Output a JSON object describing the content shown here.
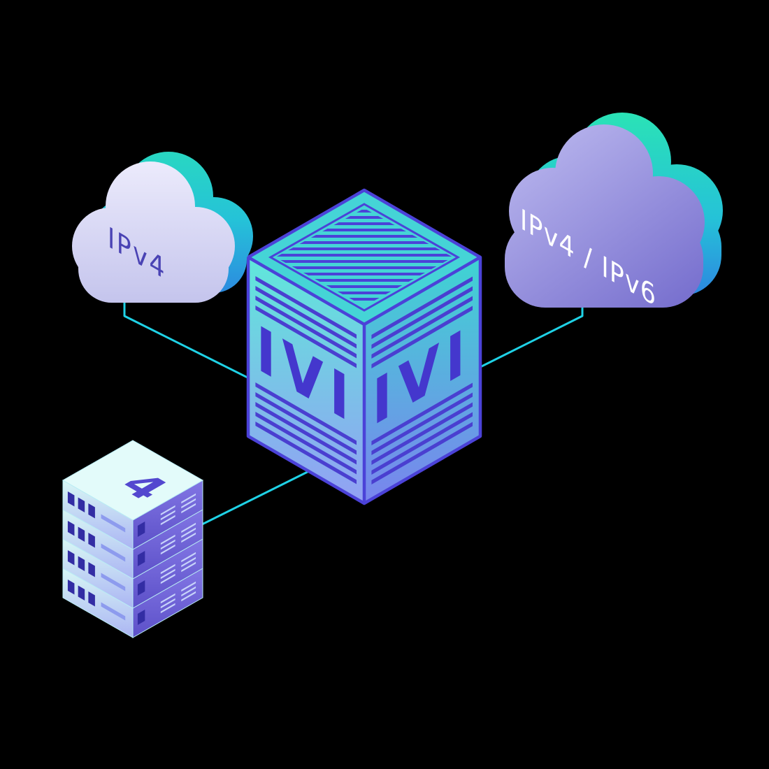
{
  "illustration": {
    "background_color": "#000000",
    "connector_color": "#1fd2e6",
    "ipv4_cloud": {
      "label": "IPv4",
      "label_color": "#4a43b4",
      "body_color_top": "#ecebfc",
      "body_color_bottom": "#c3c3ec",
      "accent_color_top": "#2be4b4",
      "accent_color_bottom": "#2e7ce2"
    },
    "dual_stack_cloud": {
      "label": "IPv4 / IPv6",
      "label_color": "#ffffff",
      "body_color_top": "#bab7ee",
      "body_color_bottom": "#776fce",
      "accent_color_top": "#2be4b4",
      "accent_color_bottom": "#2e7ce2"
    },
    "gateway_box": {
      "left_face_label": "IVI",
      "right_face_label": "IVI",
      "label_color": "#4437cd",
      "line_color": "#4b42d8",
      "top_face_color": "#45d4d6"
    },
    "server_rack": {
      "top_label": "4",
      "label_color": "#5348cf",
      "unit_count": 4
    }
  }
}
